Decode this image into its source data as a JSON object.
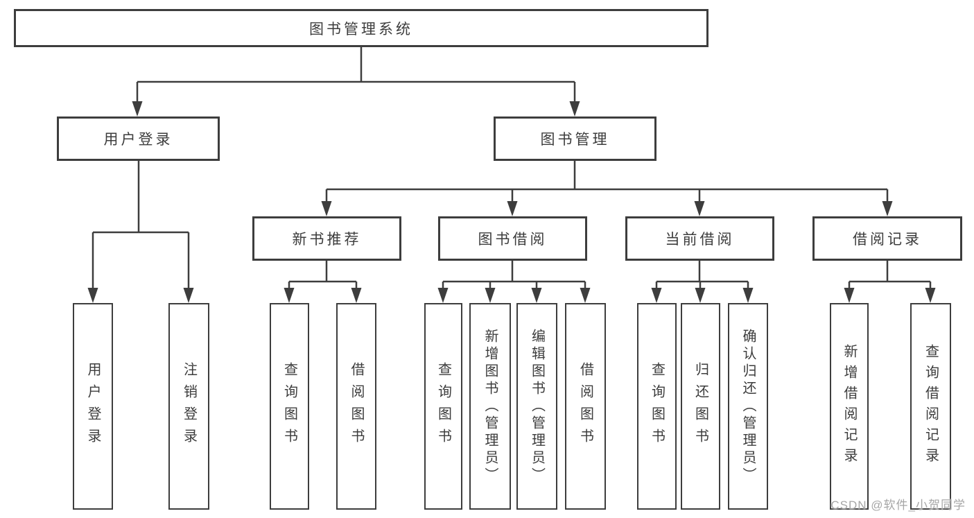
{
  "tree": {
    "root": "图书管理系统",
    "branches": [
      {
        "label": "用户登录",
        "children": [
          {
            "label": "用户登录"
          },
          {
            "label": "注销登录"
          }
        ]
      },
      {
        "label": "图书管理",
        "children": [
          {
            "label": "新书推荐",
            "children": [
              {
                "label": "查询图书"
              },
              {
                "label": "借阅图书"
              }
            ]
          },
          {
            "label": "图书借阅",
            "children": [
              {
                "label": "查询图书"
              },
              {
                "label": "新增图书（管理员）"
              },
              {
                "label": "编辑图书（管理员）"
              },
              {
                "label": "借阅图书"
              }
            ]
          },
          {
            "label": "当前借阅",
            "children": [
              {
                "label": "查询图书"
              },
              {
                "label": "归还图书"
              },
              {
                "label": "确认归还（管理员）"
              }
            ]
          },
          {
            "label": "借阅记录",
            "children": [
              {
                "label": "新增借阅记录"
              },
              {
                "label": "查询借阅记录"
              }
            ]
          }
        ]
      }
    ]
  },
  "colors": {
    "line": "#3d3d3d",
    "text": "#3c3c3c",
    "watermark": "#a6a6a6"
  },
  "watermark": "CSDN @软件_小贺同学"
}
